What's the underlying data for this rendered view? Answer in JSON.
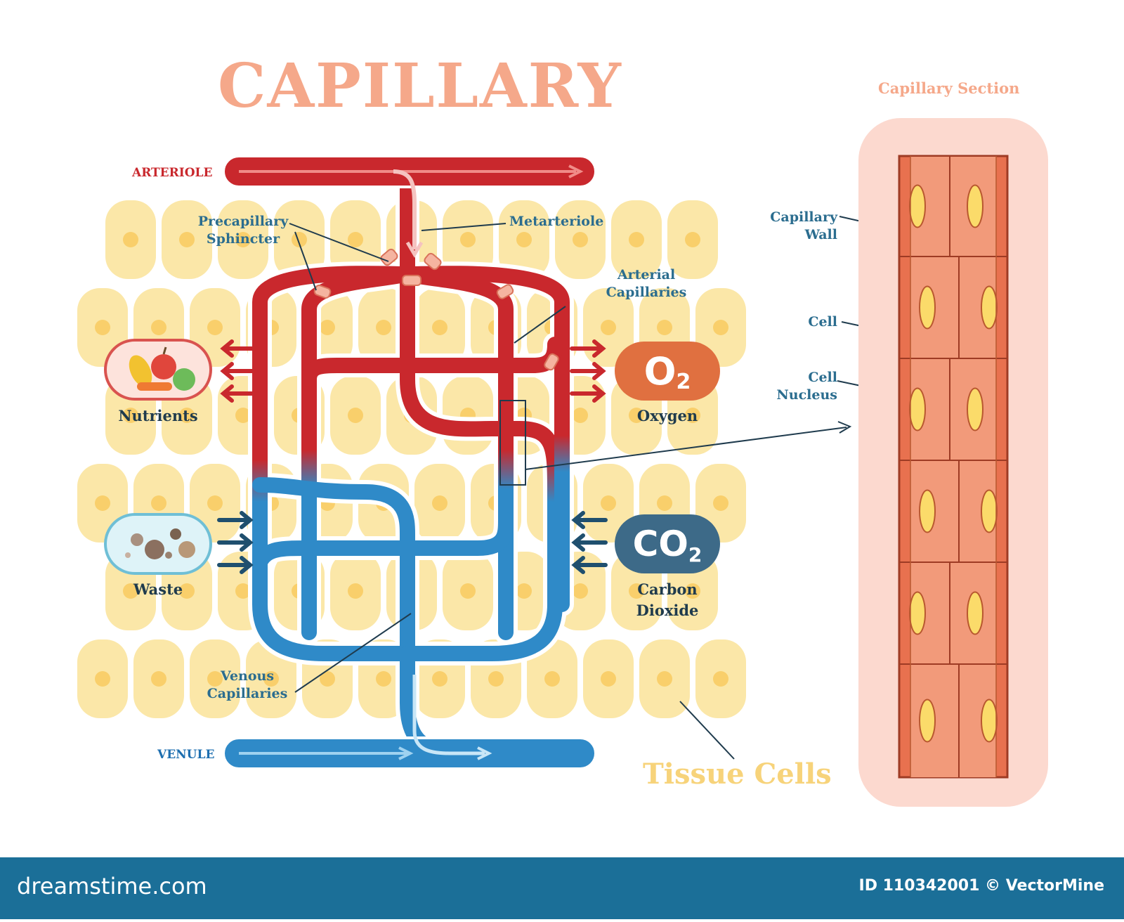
{
  "title": "CAPILLARY",
  "labels": {
    "arteriole": "ARTERIOLE",
    "venule": "VENULE",
    "precapillary_1": "Precapillary",
    "precapillary_2": "Sphincter",
    "metarteriole": "Metarteriole",
    "arterial_1": "Arterial",
    "arterial_2": "Capillaries",
    "venous_1": "Venous",
    "venous_2": "Capillaries",
    "nutrients": "Nutrients",
    "oxygen": "Oxygen",
    "waste": "Waste",
    "carbon_1": "Carbon",
    "carbon_2": "Dioxide",
    "tissue_cells": "Tissue Cells"
  },
  "badges": {
    "o2": "O",
    "o2_sub": "2",
    "co2": "CO",
    "co2_sub": "2"
  },
  "section": {
    "title": "Capillary Section",
    "wall_1": "Capillary",
    "wall_2": "Wall",
    "cell": "Cell",
    "nucleus_1": "Cell",
    "nucleus_2": "Nucleus"
  },
  "footer": {
    "brand": "dreamstime.com",
    "credit": "ID 110342001 © VectorMine"
  },
  "colors": {
    "artery": "#c9282d",
    "vein": "#2f8ac8",
    "tissue_cell": "#fbe7a8",
    "tissue_nucleus": "#f9cf6b",
    "section_bg": "#fcd9cf",
    "section_wall": "#e8714f",
    "section_nucleus": "#fbdb6a",
    "oxygen_badge": "#e07040",
    "co2_badge": "#3d6a88",
    "label": "#2b6d8f",
    "footer_bg": "#1b6f98"
  }
}
